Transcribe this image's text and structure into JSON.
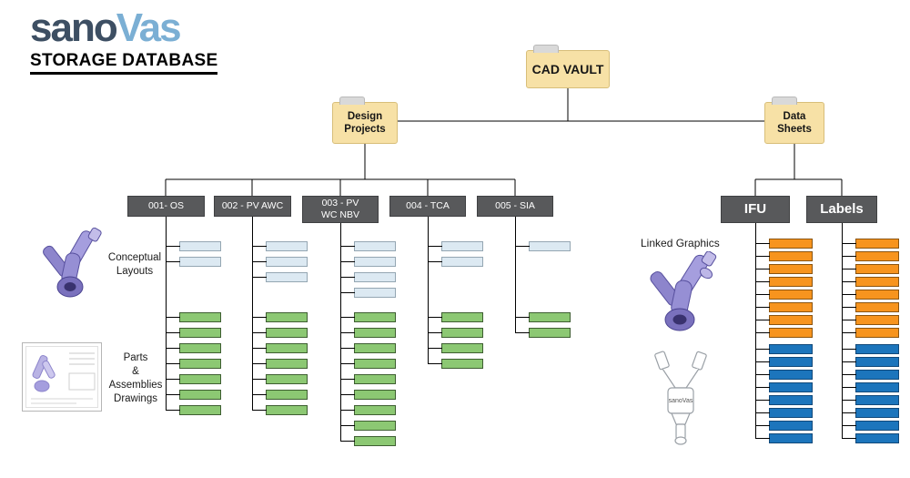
{
  "logo": {
    "brand_part1": "sano",
    "brand_part2": "Vas",
    "subtitle": "STORAGE DATABASE"
  },
  "tree": {
    "root_label": "CAD VAULT",
    "design_projects_label": "Design\nProjects",
    "data_sheets_label": "Data\nSheets"
  },
  "annotations": {
    "conceptual_layouts": "Conceptual\nLayouts",
    "parts_assemblies": "Parts\n&\nAssemblies\nDrawings",
    "linked_graphics": "Linked Graphics",
    "device_lineart_text": "sanoVas"
  },
  "project_columns": [
    {
      "label": "001- OS",
      "conceptual_count": 2,
      "drawing_count": 7
    },
    {
      "label": "002 - PV AWC",
      "conceptual_count": 3,
      "drawing_count": 7
    },
    {
      "label": "003 - PV\nWC NBV",
      "conceptual_count": 4,
      "drawing_count": 9
    },
    {
      "label": "004 - TCA",
      "conceptual_count": 2,
      "drawing_count": 4
    },
    {
      "label": "005 - SIA",
      "conceptual_count": 1,
      "drawing_count": 2
    }
  ],
  "datasheet_columns": [
    {
      "label": "IFU",
      "orange_count": 8,
      "blue_count": 8
    },
    {
      "label": "Labels",
      "orange_count": 8,
      "blue_count": 8
    }
  ],
  "colors": {
    "folder": "#F7E1A6",
    "category": "#58595B",
    "conceptual_doc": "#DCE9F2",
    "drawing_doc": "#8CC873",
    "ifu_doc": "#F7941E",
    "labels_doc": "#1C75BC",
    "logo_dark": "#3D4F63",
    "logo_light": "#7BAFD4"
  }
}
